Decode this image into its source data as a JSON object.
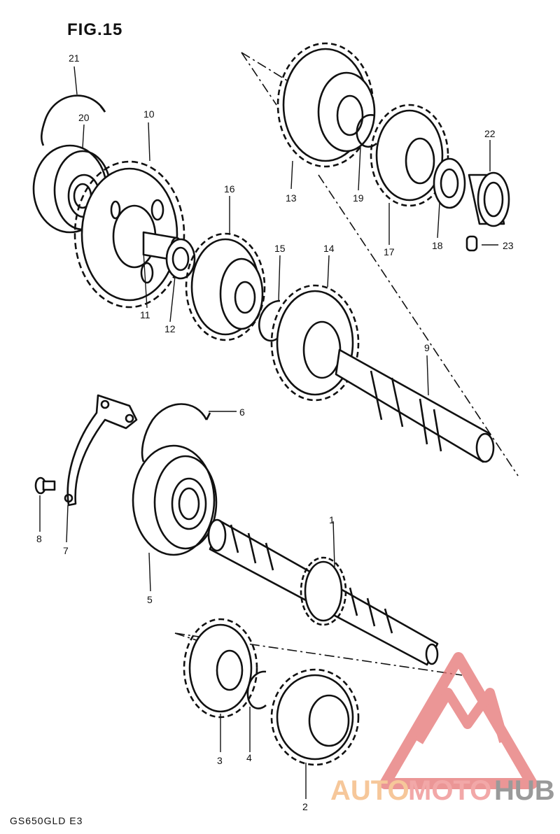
{
  "figure": {
    "title": "FIG.15",
    "model_code": "GS650GLD E3"
  },
  "callouts": [
    "1",
    "2",
    "3",
    "4",
    "5",
    "6",
    "7",
    "8",
    "9",
    "10",
    "11",
    "12",
    "13",
    "14",
    "15",
    "16",
    "17",
    "18",
    "19",
    "20",
    "21",
    "22",
    "23"
  ],
  "watermark": {
    "part1": "AUTO",
    "part2": "MOTO",
    "part3": "HUB",
    "colors": {
      "auto": "#f6c79a",
      "moto": "#f2a8a8",
      "hub": "#9a9a9a",
      "logo": "#e57373"
    }
  }
}
